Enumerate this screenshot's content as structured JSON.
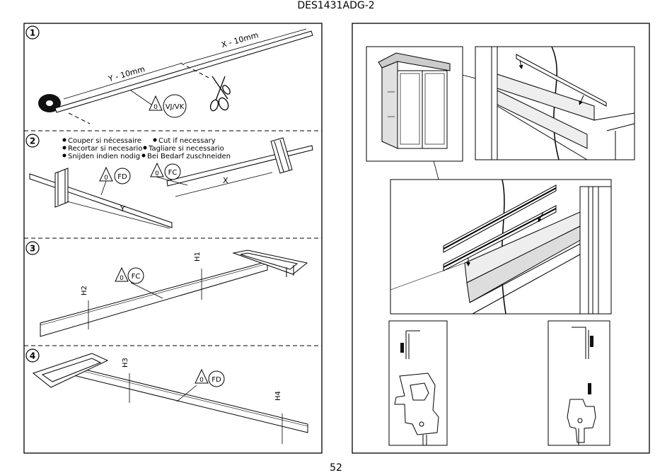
{
  "document": {
    "title": "DES1431ADG-2",
    "page_number": "52"
  },
  "left_panel": {
    "steps": [
      {
        "number": "1",
        "labels": {
          "x_dim": "X - 10mm",
          "y_dim": "Y - 10mm"
        },
        "callout": {
          "prefix": "0",
          "code": "VJ/VK"
        }
      },
      {
        "number": "2",
        "instructions": [
          "Couper si nécessaire",
          "Cut if necessary",
          "Recortar si necesario",
          "Tagliare si necessario",
          "Snijden indien nodig",
          "Bei Bedarf zuschneiden"
        ],
        "callouts": [
          {
            "prefix": "0",
            "code": "FD"
          },
          {
            "prefix": "0",
            "code": "FC"
          }
        ],
        "labels": {
          "x": "X",
          "y": "Y"
        }
      },
      {
        "number": "3",
        "callout": {
          "prefix": "0",
          "code": "FC"
        },
        "labels": {
          "h1": "H1",
          "h2": "H2"
        }
      },
      {
        "number": "4",
        "callout": {
          "prefix": "0",
          "code": "FD"
        },
        "labels": {
          "h3": "H3",
          "h4": "H4"
        }
      }
    ]
  },
  "icons": {
    "tape_roll": "tape-roll-icon",
    "scissors": "scissors-icon",
    "warning_triangle": "warning-triangle-icon",
    "shed": "shed-icon"
  }
}
